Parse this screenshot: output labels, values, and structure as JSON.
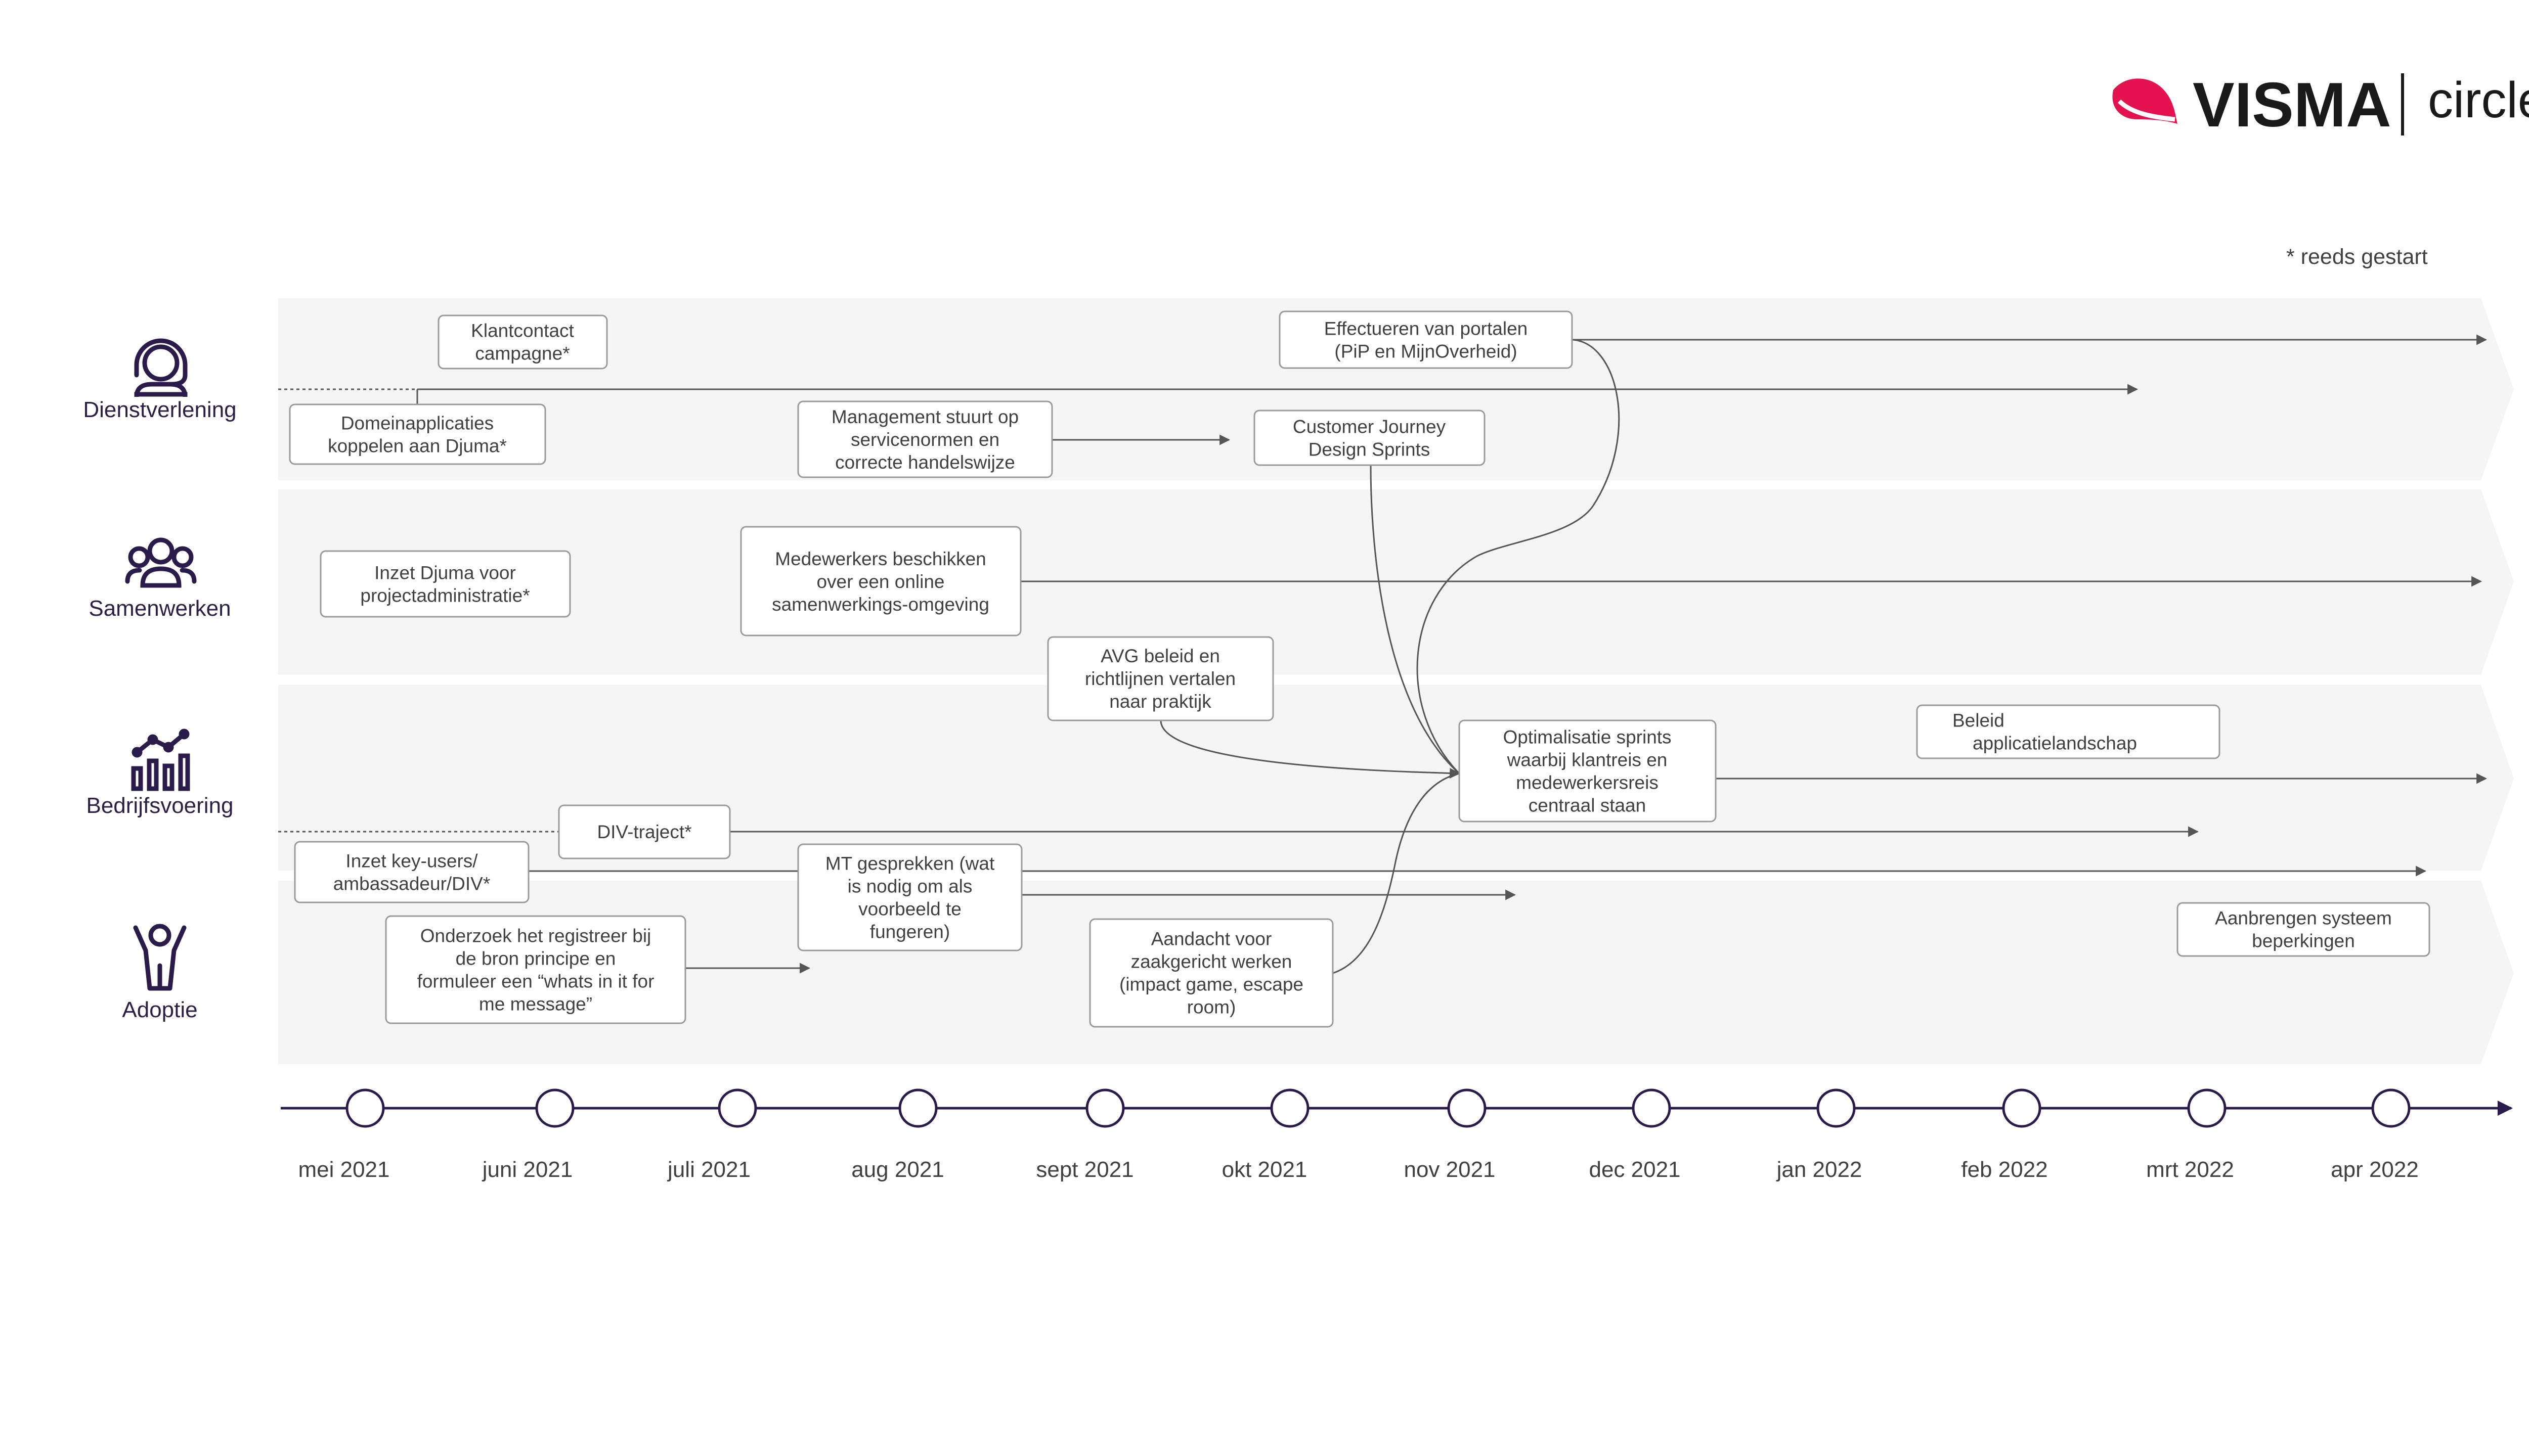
{
  "brand": {
    "name": "VISMA",
    "product": "circle",
    "accent_color": "#E4134F",
    "icon": "visma-swoosh-logo"
  },
  "note": "* reeds gestart",
  "colors": {
    "lane_bg": "#F5F5F5",
    "timeline": "#2B1B4A",
    "connector": "#555555",
    "box_border": "#9A9A9A",
    "icon_color": "#2B1B4A"
  },
  "lanes": [
    {
      "id": "dienstverlening",
      "label": "Dienstverlening",
      "icon": "headset-person-icon"
    },
    {
      "id": "samenwerken",
      "label": "Samenwerken",
      "icon": "team-group-icon"
    },
    {
      "id": "bedrijfsvoering",
      "label": "Bedrijfsvoering",
      "icon": "bar-chart-trend-icon"
    },
    {
      "id": "adoptie",
      "label": "Adoptie",
      "icon": "person-celebrating-icon"
    }
  ],
  "timeline": {
    "months": [
      "mei 2021",
      "juni 2021",
      "juli 2021",
      "aug 2021",
      "sept 2021",
      "okt 2021",
      "nov 2021",
      "dec 2021",
      "jan 2022",
      "feb 2022",
      "mrt 2022",
      "apr 2022"
    ]
  },
  "activities": [
    {
      "id": "klantcontact",
      "lines": [
        "Klantcontact",
        "campagne*"
      ]
    },
    {
      "id": "domeinapplicaties",
      "lines": [
        "Domeinapplicaties",
        "koppelen aan Djuma*"
      ]
    },
    {
      "id": "management",
      "lines": [
        "Management stuurt op",
        "servicenormen en",
        "correcte handelswijze"
      ]
    },
    {
      "id": "portalen",
      "lines": [
        "Effectueren van portalen",
        "(PiP en MijnOverheid)"
      ]
    },
    {
      "id": "cjds",
      "lines": [
        "Customer Journey",
        "Design Sprints"
      ]
    },
    {
      "id": "djuma-project",
      "lines": [
        "Inzet Djuma voor",
        "projectadministratie*"
      ]
    },
    {
      "id": "medewerkers",
      "lines": [
        "Medewerkers beschikken",
        "over een online",
        "samenwerkings-omgeving"
      ]
    },
    {
      "id": "avg",
      "lines": [
        "AVG beleid en",
        "richtlijnen vertalen",
        "naar praktijk"
      ]
    },
    {
      "id": "optimalisatie",
      "lines": [
        "Optimalisatie sprints",
        "waarbij klantreis en",
        "medewerkersreis",
        "centraal staan"
      ]
    },
    {
      "id": "beleid",
      "lines": [
        "Beleid",
        "applicatielandschap"
      ]
    },
    {
      "id": "div",
      "lines": [
        "DIV-traject*"
      ]
    },
    {
      "id": "keyusers",
      "lines": [
        "Inzet key-users/",
        "ambassadeur/DIV*"
      ]
    },
    {
      "id": "mt",
      "lines": [
        "MT gesprekken (wat",
        "is nodig om als",
        "voorbeeld te",
        "fungeren)"
      ]
    },
    {
      "id": "onderzoek",
      "lines": [
        "Onderzoek het registreer bij",
        "de bron principe en",
        "formuleer een “whats in it for",
        "me message”"
      ]
    },
    {
      "id": "aandacht",
      "lines": [
        "Aandacht voor",
        "zaakgericht werken",
        "(impact game, escape",
        "room)"
      ]
    },
    {
      "id": "aanbrengen",
      "lines": [
        "Aanbrengen systeem",
        "beperkingen"
      ]
    }
  ]
}
